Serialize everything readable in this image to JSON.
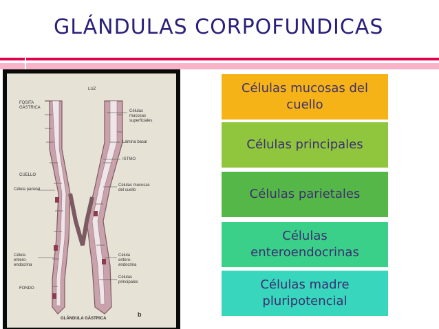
{
  "slide": {
    "title": "GLÁNDULAS CORPOFUNDICAS"
  },
  "figure": {
    "labels": {
      "luz": "LUZ",
      "fosita": "FOSITA",
      "gastrica": "GÁSTRICA",
      "mucosas_sup_1": "Células",
      "mucosas_sup_2": "mucosas",
      "mucosas_sup_3": "superficiales",
      "lamina": "Lámina basal",
      "istmo": "ISTMO",
      "cuello": "CUELLO",
      "mucosas_cuello_1": "Células mucosas",
      "mucosas_cuello_2": "del cuello",
      "parietal": "Célula parietal",
      "entero_left_1": "Célula",
      "entero_left_2": "entero-",
      "entero_left_3": "endocrina",
      "entero_right_1": "Célula",
      "entero_right_2": "entero-",
      "entero_right_3": "endocrina",
      "principales_1": "Células",
      "principales_2": "principales",
      "fondo": "FONDO",
      "glandula": "GLÁNDULA GÁSTRICA",
      "panel": "b"
    }
  },
  "boxes": [
    {
      "label": "Células mucosas del cuello",
      "color": "#f6b317"
    },
    {
      "label": "Células principales",
      "color": "#8fc63d"
    },
    {
      "label": "Células parietales",
      "color": "#56b749"
    },
    {
      "label": "Células enteroendocrinas",
      "color": "#3ad08a"
    },
    {
      "label": "Células madre pluripotencial",
      "color": "#37d6bd"
    }
  ]
}
